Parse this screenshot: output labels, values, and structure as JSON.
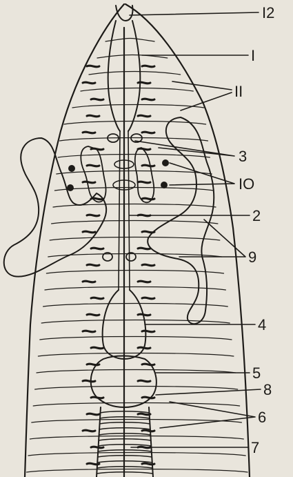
{
  "diagram": {
    "kind": "anatomical line drawing, dorsal dissection",
    "callouts": [
      {
        "id": "c12",
        "label": "I2"
      },
      {
        "id": "c1",
        "label": "I"
      },
      {
        "id": "c11",
        "label": "II"
      },
      {
        "id": "c3",
        "label": "3"
      },
      {
        "id": "c10",
        "label": "IO"
      },
      {
        "id": "c2",
        "label": "2"
      },
      {
        "id": "c9",
        "label": "9"
      },
      {
        "id": "c4",
        "label": "4"
      },
      {
        "id": "c5",
        "label": "5"
      },
      {
        "id": "c8",
        "label": "8"
      },
      {
        "id": "c6",
        "label": "6"
      },
      {
        "id": "c7",
        "label": "7"
      }
    ]
  },
  "colors": {
    "paper": "#e9e5dc",
    "ink": "#1d1b18"
  }
}
